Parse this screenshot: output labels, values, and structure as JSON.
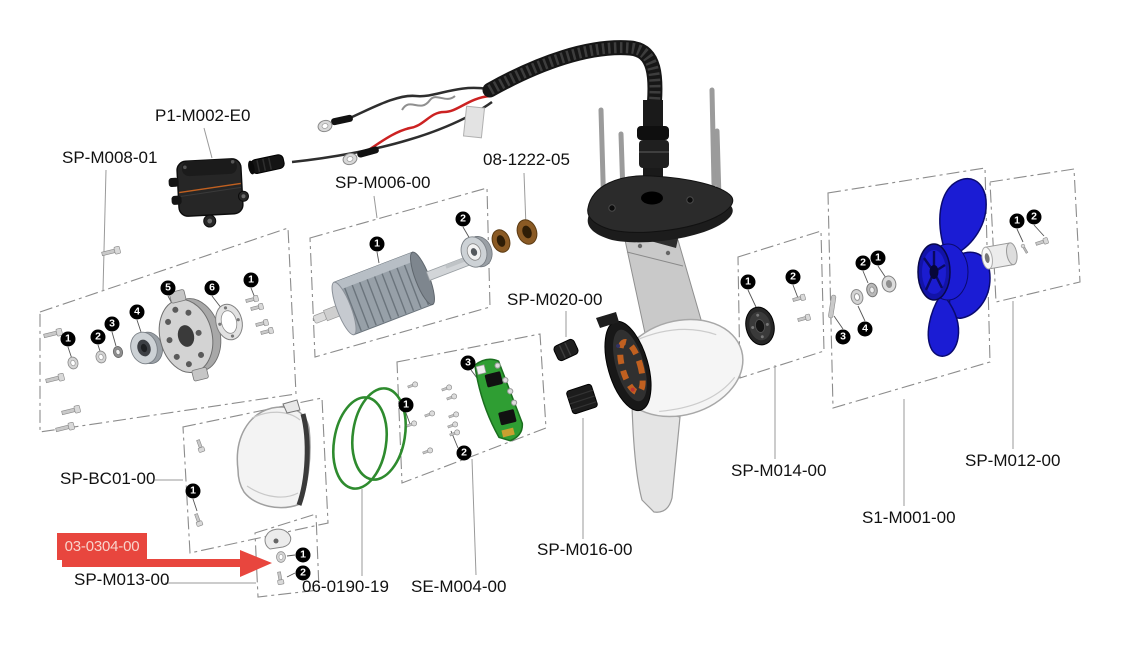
{
  "page": {
    "background": "#ffffff"
  },
  "labels": {
    "p1_m002": "P1-M002-E0",
    "sp_m008": "SP-M008-01",
    "sp_m006": "SP-M006-00",
    "r08_1222": "08-1222-05",
    "sp_m020": "SP-M020-00",
    "sp_bc01": "SP-BC01-00",
    "sp_m013": "SP-M013-00",
    "r06_0190": "06-0190-19",
    "se_m004": "SE-M004-00",
    "sp_m016": "SP-M016-00",
    "sp_m014": "SP-M014-00",
    "s1_m001": "S1-M001-00",
    "sp_m012": "SP-M012-00"
  },
  "highlight": {
    "text": "03-0304-00",
    "bg": "#e8463e",
    "text_color": "#f8d3cb"
  },
  "callouts": {
    "sp_m008": [
      "1",
      "2",
      "3",
      "4",
      "5",
      "6",
      "1"
    ],
    "sp_m006": [
      "1",
      "2"
    ],
    "sp_bc01": [
      "1"
    ],
    "sp_m013": [
      "1",
      "2"
    ],
    "se_m004": [
      "1",
      "2",
      "3"
    ],
    "sp_m014": [
      "1",
      "2"
    ],
    "s1_m001": [
      "1",
      "2",
      "3",
      "4"
    ],
    "sp_m012": [
      "1",
      "2"
    ]
  },
  "colors": {
    "propeller_blue": "#1b1cd4",
    "oring_green": "#2e8b2e",
    "pcb_green": "#2f9e33",
    "brush_copper": "#8a5a24",
    "wire_red": "#cc2222",
    "winding_orange": "#c06020",
    "highlight_red": "#e8463e"
  }
}
